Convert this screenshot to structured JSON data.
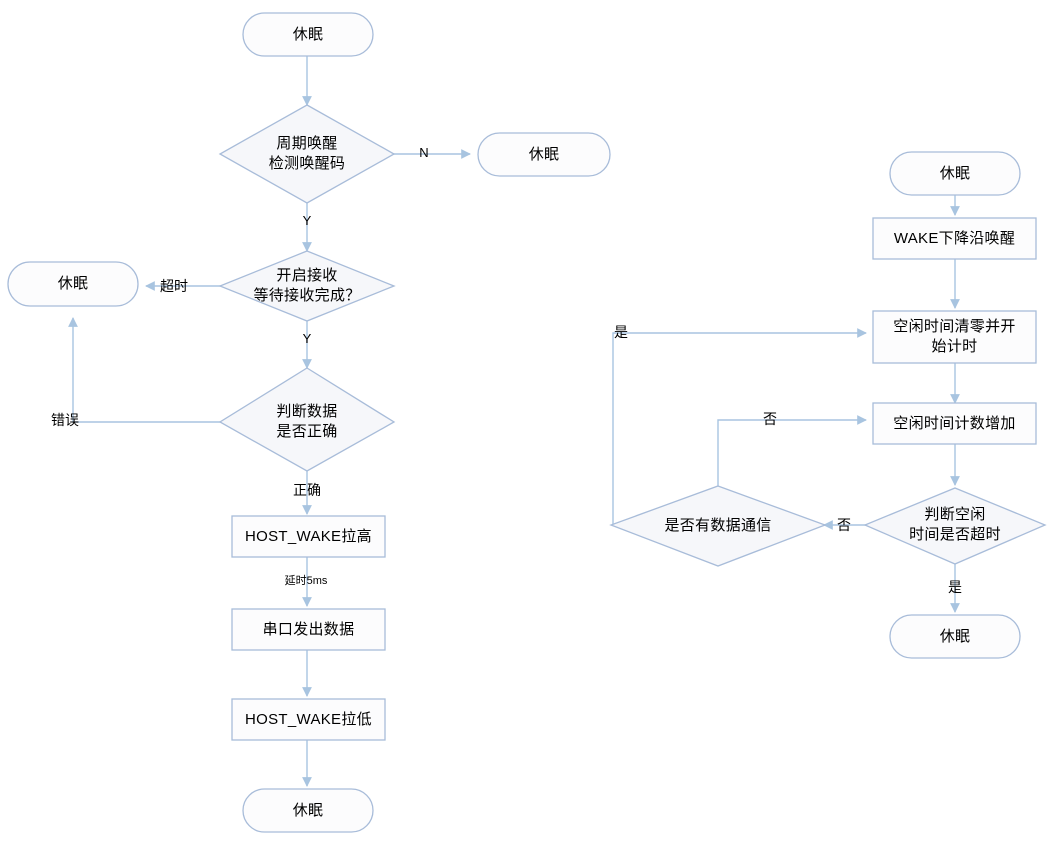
{
  "diagram": {
    "title": "",
    "type": "flowchart",
    "style": {
      "shape_stroke": "#a8bcd9",
      "shape_fill_terminator": "#fcfcfd",
      "shape_fill_process": "#fcfcfd",
      "shape_fill_decision": "#f6f7fa",
      "connector_stroke": "#a8c4e0",
      "text_color": "#000000",
      "background": "#ffffff"
    },
    "left_flow": {
      "name": "wake-on-period-flow",
      "nodes": [
        {
          "id": "l1",
          "shape": "terminator",
          "text": "休眠"
        },
        {
          "id": "l2",
          "shape": "decision",
          "text": "周期唤醒\n检测唤醒码"
        },
        {
          "id": "l3",
          "shape": "terminator",
          "text": "休眠"
        },
        {
          "id": "l4",
          "shape": "decision",
          "text": "开启接收\n等待接收完成？"
        },
        {
          "id": "l5",
          "shape": "terminator",
          "text": "休眠"
        },
        {
          "id": "l6",
          "shape": "decision",
          "text": "判断数据\n是否正确"
        },
        {
          "id": "l7",
          "shape": "process",
          "text": "HOST_WAKE拉高"
        },
        {
          "id": "l8",
          "shape": "process",
          "text": "串口发出数据"
        },
        {
          "id": "l9",
          "shape": "process",
          "text": "HOST_WAKE拉低"
        },
        {
          "id": "l10",
          "shape": "terminator",
          "text": "休眠"
        }
      ],
      "edges": [
        {
          "from": "l1",
          "to": "l2",
          "label": ""
        },
        {
          "from": "l2",
          "to": "l3",
          "label": "N"
        },
        {
          "from": "l2",
          "to": "l4",
          "label": "Y"
        },
        {
          "from": "l4",
          "to": "l5",
          "label": "超时"
        },
        {
          "from": "l4",
          "to": "l6",
          "label": "Y"
        },
        {
          "from": "l6",
          "to": "l5",
          "label": "错误"
        },
        {
          "from": "l6",
          "to": "l7",
          "label": "正确"
        },
        {
          "from": "l7",
          "to": "l8",
          "label": "延时5ms"
        },
        {
          "from": "l8",
          "to": "l9",
          "label": ""
        },
        {
          "from": "l9",
          "to": "l10",
          "label": ""
        }
      ]
    },
    "right_flow": {
      "name": "wake-on-falling-edge-flow",
      "nodes": [
        {
          "id": "r1",
          "shape": "terminator",
          "text": "休眠"
        },
        {
          "id": "r2",
          "shape": "process",
          "text": "WAKE下降沿唤醒"
        },
        {
          "id": "r3",
          "shape": "process",
          "text": "空闲时间清零并开\n始计时"
        },
        {
          "id": "r4",
          "shape": "process",
          "text": "空闲时间计数增加"
        },
        {
          "id": "r5",
          "shape": "decision",
          "text": "判断空闲\n时间是否超时"
        },
        {
          "id": "r6",
          "shape": "decision",
          "text": "是否有数据通信"
        },
        {
          "id": "r7",
          "shape": "terminator",
          "text": "休眠"
        }
      ],
      "edges": [
        {
          "from": "r1",
          "to": "r2",
          "label": ""
        },
        {
          "from": "r2",
          "to": "r3",
          "label": ""
        },
        {
          "from": "r3",
          "to": "r4",
          "label": ""
        },
        {
          "from": "r4",
          "to": "r5",
          "label": ""
        },
        {
          "from": "r5",
          "to": "r7",
          "label": "是"
        },
        {
          "from": "r5",
          "to": "r6",
          "label": "否"
        },
        {
          "from": "r6",
          "to": "r3",
          "label": "是"
        },
        {
          "from": "r6",
          "to": "r4",
          "label": "否"
        }
      ]
    },
    "labels": {
      "n": "N",
      "y1": "Y",
      "y2": "Y",
      "timeout": "超时",
      "error": "错误",
      "correct": "正确",
      "delay5ms": "延时5ms",
      "yes_top": "是",
      "no_mid": "否",
      "no_right": "否",
      "yes_bottom": "是"
    }
  }
}
